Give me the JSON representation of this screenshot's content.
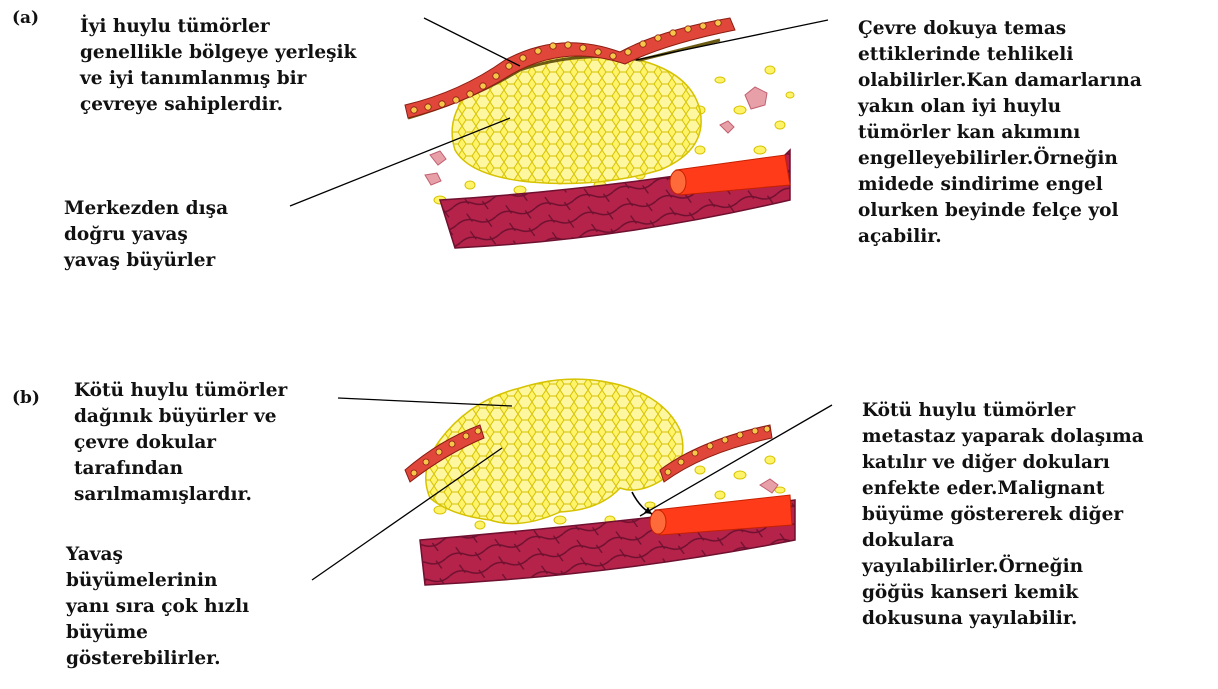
{
  "panels": {
    "a": {
      "letter": "(a)",
      "label_top_left": "İyi huylu tümörler\ngenellikle bölgeye yerleşik\nve iyi tanımlanmış bir\nçevreye sahiplerdir.",
      "label_bottom_left": "Merkezden dışa\ndoğru yavaş\nyavaş büyürler",
      "label_right": "Çevre dokuya temas\nettiklerinde tehlikeli\nolabilirler.Kan damarlarına\nyakın olan iyi huylu\ntümörler kan akımını\nengelleyebilirler.Örneğin\nmidede sindirime engel\nolurken beyinde felçe yol\naçabilir."
    },
    "b": {
      "letter": "(b)",
      "label_top_left": "Kötü huylu tümörler\ndağınık büyürler ve\nçevre dokular\ntarafından\nsarılmamışlardır.",
      "label_bottom_left": "Yavaş\nbüyümelerinin\nyanı sıra çok hızlı\nbüyüme\ngösterebilirler.",
      "label_right": "Kötü huylu tümörler\nmetastaz yaparak dolaşıma\nkatılır ve diğer dokuları\nenfekte eder.Malignant\nbüyüme göstererek diğer\ndokulara\nyayılabilirler.Örneğin\ngöğüs kanseri kemik\ndokusuna yayılabilir."
    }
  },
  "colors": {
    "tumor_fill": "#fff36a",
    "tumor_stroke": "#d9c400",
    "epithelium": "#e0473a",
    "epithelium_nuclei": "#f5c64a",
    "membrane": "#6b5a12",
    "muscle": "#b5234a",
    "muscle_line": "#6e1030",
    "blood_vessel": "#ff3b1a",
    "pink_cells": "#e8a0a8",
    "leader_line": "#000000"
  }
}
